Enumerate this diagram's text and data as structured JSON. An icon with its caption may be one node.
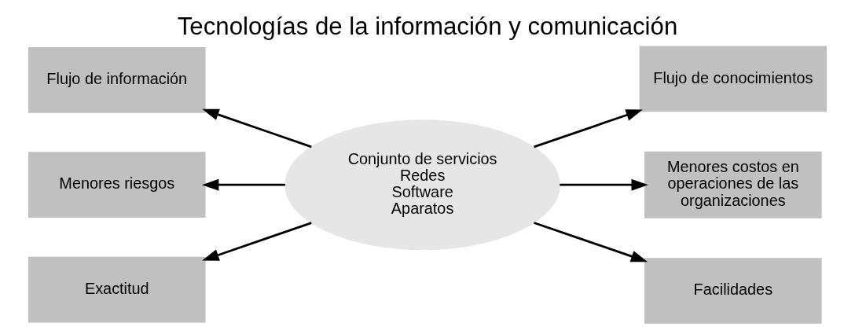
{
  "diagram": {
    "title": "Tecnologías de la información y comunicación",
    "nodes": [
      {
        "text": [
          "Conjunto de servicios",
          "Redes",
          "Software",
          "Aparatos"
        ]
      },
      {
        "text": [
          "Flujo de información"
        ]
      },
      {
        "text": [
          "Menores riesgos"
        ]
      },
      {
        "text": [
          "Exactitud"
        ]
      },
      {
        "text": [
          "Flujo de conocimientos"
        ]
      },
      {
        "text": [
          "Menores costos en operaciones de las organizaciones"
        ]
      },
      {
        "text": [
          "Facilidades"
        ]
      }
    ],
    "edges": [
      {
        "from": 0,
        "to": 1,
        "arrow": "to"
      },
      {
        "from": 0,
        "to": 2,
        "arrow": "to"
      },
      {
        "from": 0,
        "to": 3,
        "arrow": "to"
      },
      {
        "from": 0,
        "to": 4,
        "arrow": "to"
      },
      {
        "from": 0,
        "to": 5,
        "arrow": "to"
      },
      {
        "from": 0,
        "to": 6,
        "arrow": "to"
      }
    ]
  }
}
